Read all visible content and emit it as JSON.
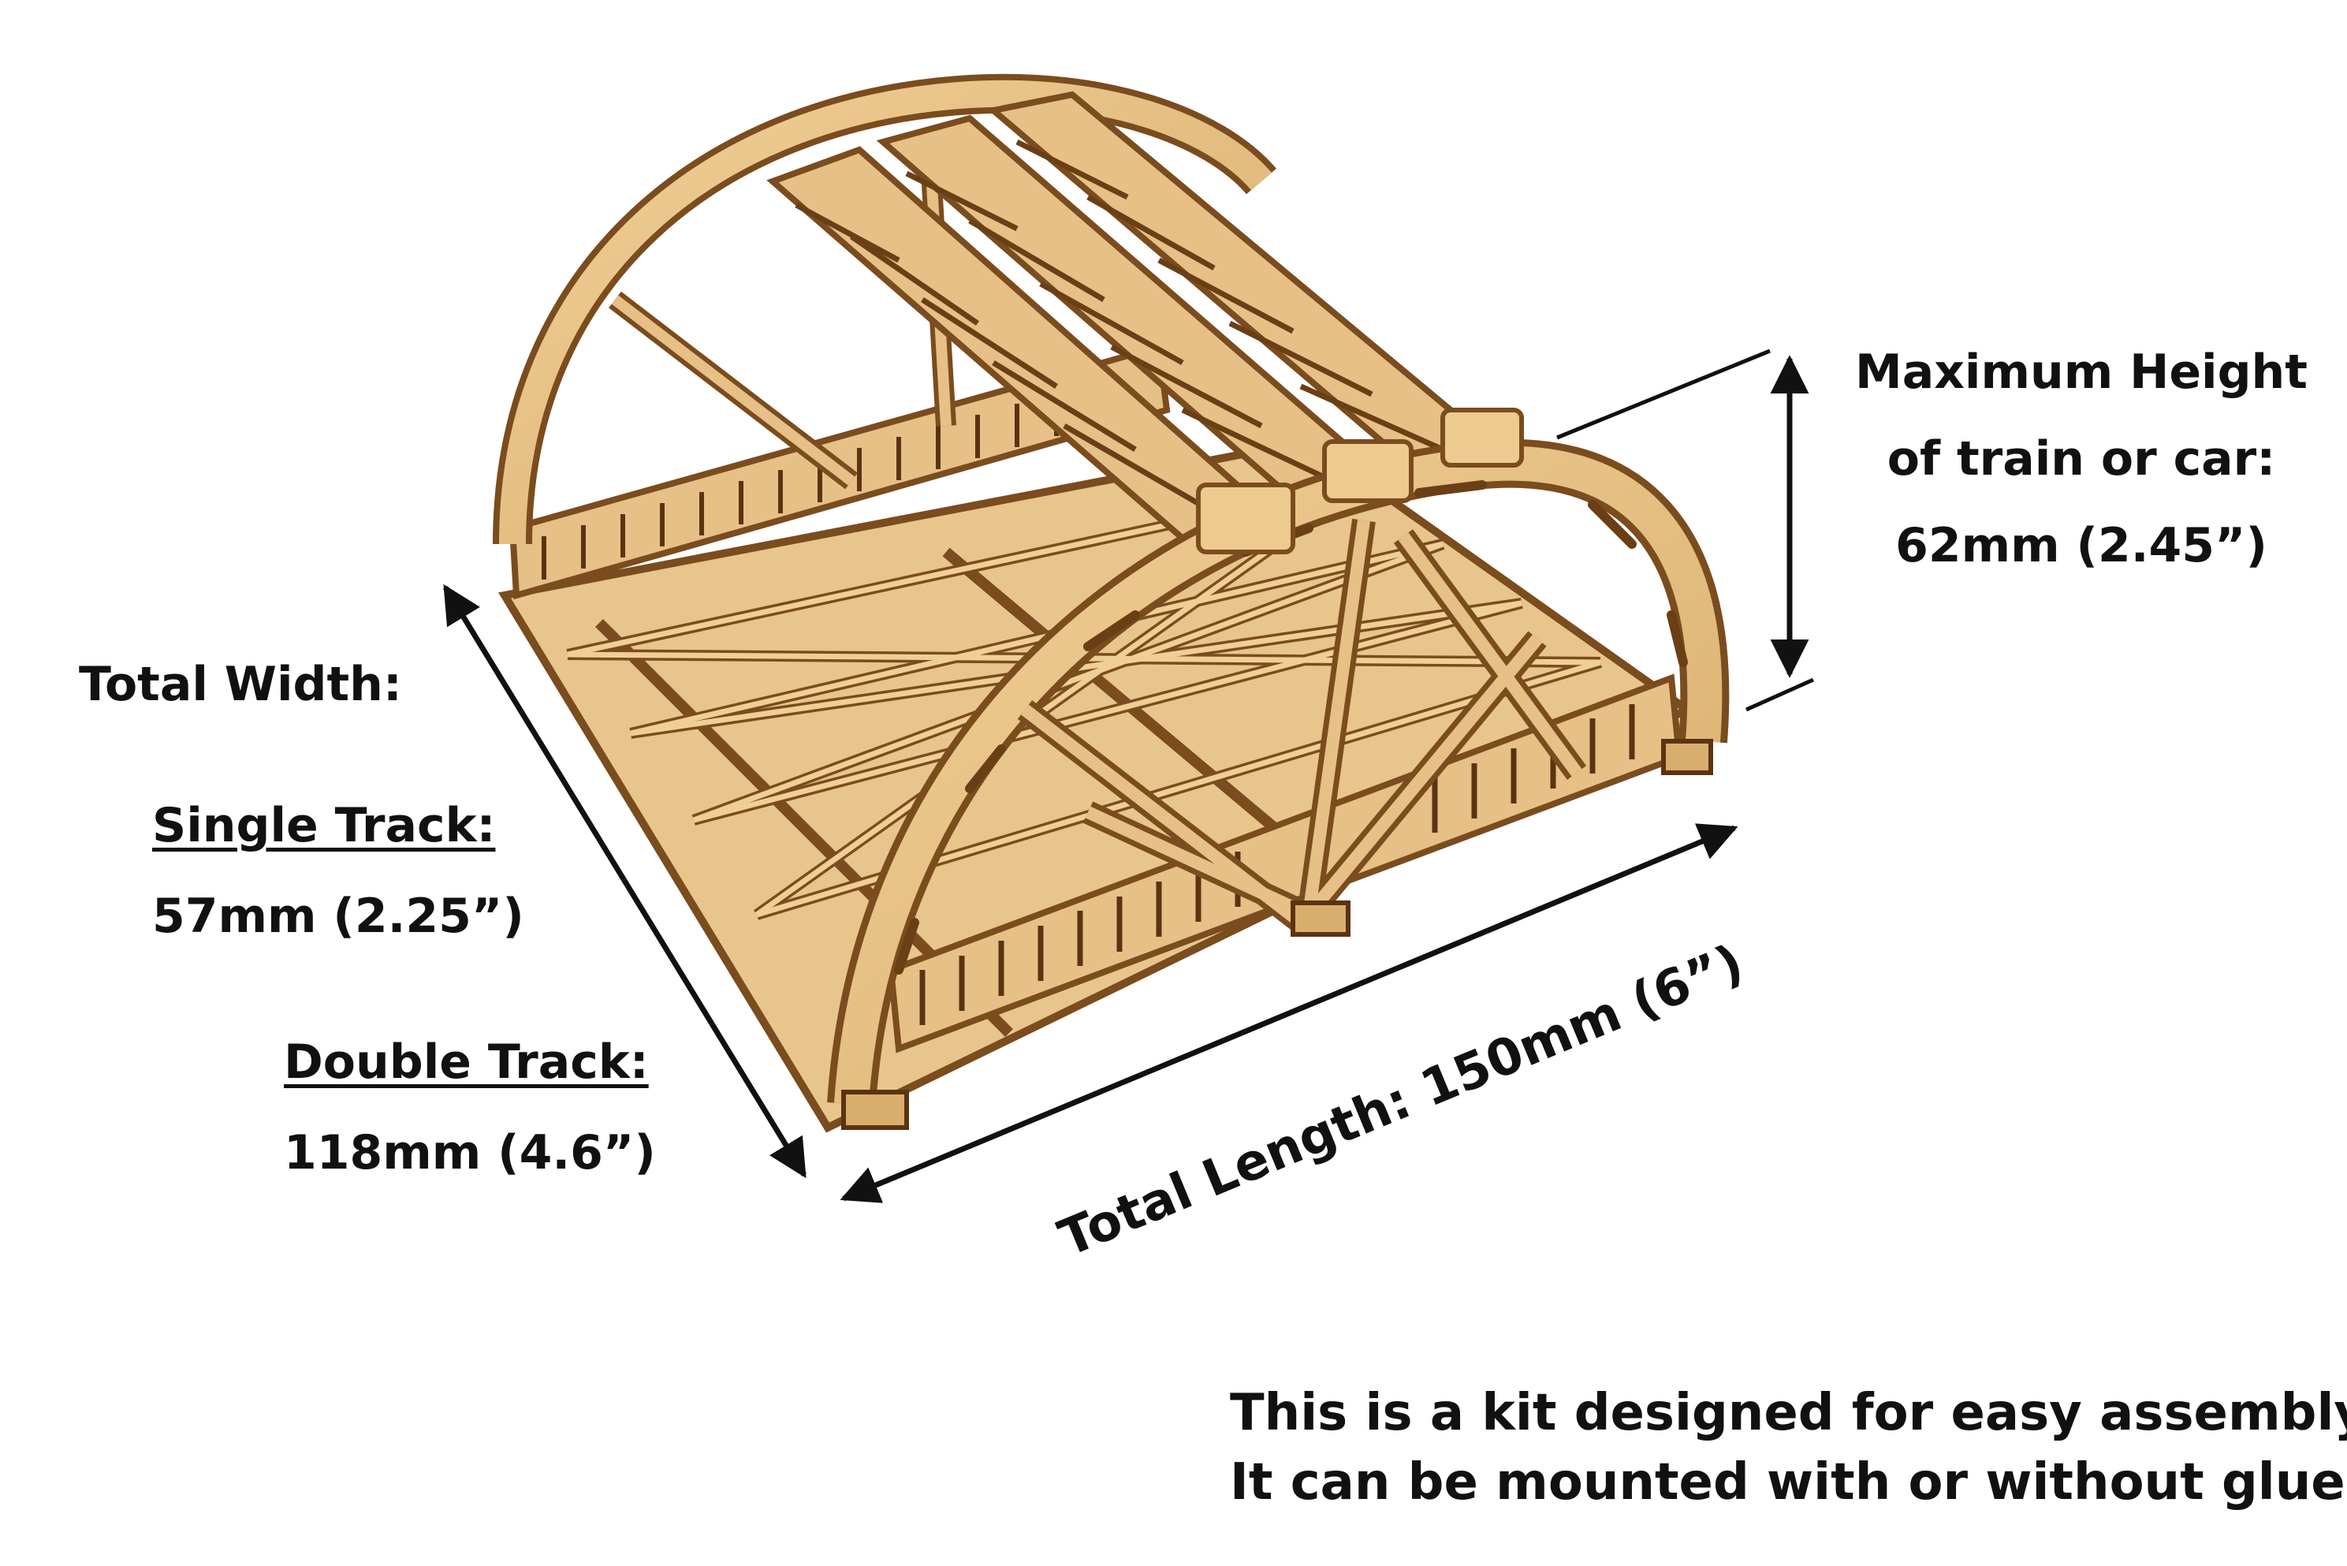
{
  "width_label": {
    "title": "Total Width:",
    "single_title": "Single Track:",
    "single_value": "57mm (2.25”)",
    "double_title": "Double Track:",
    "double_value": "118mm (4.6”)"
  },
  "height_label": {
    "line1": "Maximum Height",
    "line2": "of train or car:",
    "line3": "62mm (2.45”)"
  },
  "length_label": "Total Length: 150mm (6”)",
  "note": {
    "line1": "This is a kit designed for easy assembly.",
    "line2": "It can be mounted with or without glue."
  },
  "colors": {
    "wood": "#e3bd82",
    "wood_dark": "#8a5a26",
    "arrow": "#111111"
  },
  "icons": [
    "bridge-kit-illustration",
    "width-arrow",
    "length-arrow",
    "height-arrow"
  ]
}
